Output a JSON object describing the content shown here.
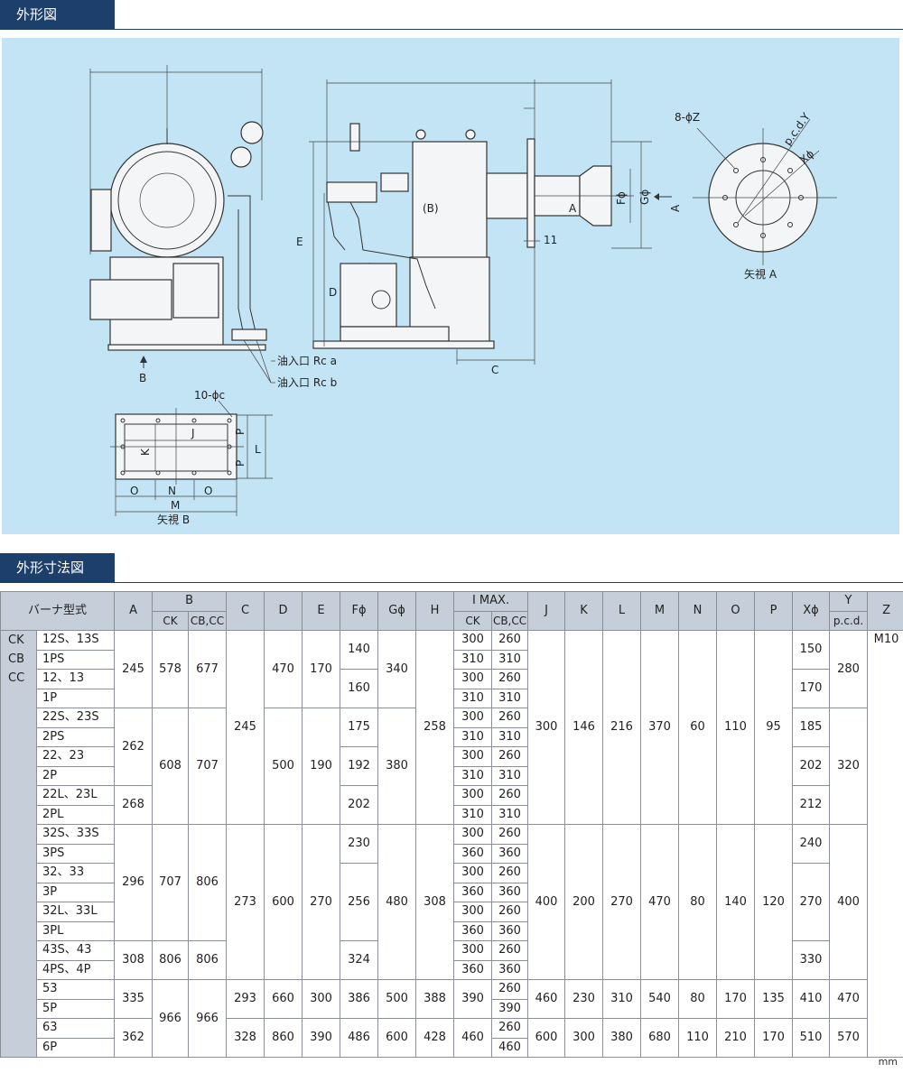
{
  "sections": {
    "outline_title": "外形図",
    "dimension_title": "外形寸法図"
  },
  "drawing": {
    "labels": {
      "b_arrow": "B",
      "oil_inlet_a": "油入口 Rc a",
      "oil_inlet_b": "油入口 Rc b",
      "holes_c": "10-ϕc",
      "view_b": "矢視 B",
      "view_a": "矢視 A",
      "holes_z": "8-ϕZ",
      "pcd_y": "p.c.d.Y",
      "x_phi": "Xϕ",
      "dim_e": "E",
      "dim_d": "D",
      "dim_c": "C",
      "dim_a": "A",
      "dim_a_arrow": "A",
      "dim_f": "Fϕ",
      "dim_g": "Gϕ",
      "dim_11": "11",
      "b_paren": "(B)",
      "dim_j": "J",
      "dim_k": "K",
      "dim_p1": "P",
      "dim_p2": "P",
      "dim_l": "L",
      "dim_o1": "O",
      "dim_n": "N",
      "dim_o2": "O",
      "dim_m": "M"
    }
  },
  "table": {
    "headers": {
      "model": "バーナ型式",
      "a": "A",
      "b": "B",
      "b_ck": "CK",
      "b_cbcc": "CB,CC",
      "c": "C",
      "d": "D",
      "e": "E",
      "f": "Fϕ",
      "g": "Gϕ",
      "h": "H",
      "i": "I MAX.",
      "i_ck": "CK",
      "i_cbcc": "CB,CC",
      "j": "J",
      "k": "K",
      "l": "L",
      "m": "M",
      "n": "N",
      "o": "O",
      "p": "P",
      "x": "Xϕ",
      "y": "Y",
      "y_sub": "p.c.d.",
      "z": "Z"
    },
    "family": {
      "l1": "CK",
      "l2": "CB",
      "l3": "CC"
    },
    "rows": [
      {
        "model": "12S、13S",
        "a": "245",
        "b_ck": "578",
        "b_cbcc": "677",
        "c": "245",
        "d": "470",
        "e": "170",
        "f": "140",
        "g": "340",
        "h": "258",
        "i_ck": "300",
        "i_cbcc": "260",
        "j": "300",
        "k": "146",
        "l": "216",
        "m": "370",
        "n": "60",
        "o": "110",
        "p": "95",
        "x": "150",
        "y": "280",
        "z": "M10"
      },
      {
        "model": "1PS",
        "i_ck": "310",
        "i_cbcc": "310"
      },
      {
        "model": "12、13",
        "f": "160",
        "i_ck": "300",
        "i_cbcc": "260",
        "x": "170"
      },
      {
        "model": "1P",
        "i_ck": "310",
        "i_cbcc": "310"
      },
      {
        "model": "22S、23S",
        "a": "262",
        "b_ck": "608",
        "b_cbcc": "707",
        "d": "500",
        "e": "190",
        "f": "175",
        "g": "380",
        "i_ck": "300",
        "i_cbcc": "260",
        "x": "185",
        "y": "320"
      },
      {
        "model": "2PS",
        "i_ck": "310",
        "i_cbcc": "310"
      },
      {
        "model": "22、23",
        "f": "192",
        "i_ck": "300",
        "i_cbcc": "260",
        "x": "202"
      },
      {
        "model": "2P",
        "i_ck": "310",
        "i_cbcc": "310"
      },
      {
        "model": "22L、23L",
        "a": "268",
        "f": "202",
        "i_ck": "300",
        "i_cbcc": "260",
        "x": "212"
      },
      {
        "model": "2PL",
        "i_ck": "310",
        "i_cbcc": "310"
      },
      {
        "model": "32S、33S",
        "a": "296",
        "b_ck": "707",
        "b_cbcc": "806",
        "c": "273",
        "d": "600",
        "e": "270",
        "f": "230",
        "g": "480",
        "h": "308",
        "i_ck": "300",
        "i_cbcc": "260",
        "j": "400",
        "k": "200",
        "l": "270",
        "m": "470",
        "n": "80",
        "o": "140",
        "p": "120",
        "x": "240",
        "y": "400"
      },
      {
        "model": "3PS",
        "i_ck": "360",
        "i_cbcc": "360"
      },
      {
        "model": "32、33",
        "f": "256",
        "i_ck": "300",
        "i_cbcc": "260",
        "x": "270"
      },
      {
        "model": "3P",
        "i_ck": "360",
        "i_cbcc": "360"
      },
      {
        "model": "32L、33L",
        "i_ck": "300",
        "i_cbcc": "260"
      },
      {
        "model": "3PL",
        "i_ck": "360",
        "i_cbcc": "360"
      },
      {
        "model": "43S、43",
        "a": "308",
        "b_ck": "806",
        "b_cbcc": "806",
        "f": "324",
        "i_ck": "300",
        "i_cbcc": "260",
        "x": "330"
      },
      {
        "model": "4PS、4P",
        "i_ck": "360",
        "i_cbcc": "360"
      },
      {
        "model": "53",
        "a": "335",
        "b_ck": "966",
        "b_cbcc": "966",
        "c": "293",
        "d": "660",
        "e": "300",
        "f": "386",
        "g": "500",
        "h": "388",
        "i_ck": "390",
        "i_cbcc": "260",
        "j": "460",
        "k": "230",
        "l": "310",
        "m": "540",
        "n": "80",
        "o": "170",
        "p": "135",
        "x": "410",
        "y": "470"
      },
      {
        "model": "5P",
        "i_cbcc": "390"
      },
      {
        "model": "63",
        "a": "362",
        "c": "328",
        "d": "860",
        "e": "390",
        "f": "486",
        "g": "600",
        "h": "428",
        "i_ck": "460",
        "i_cbcc": "260",
        "j": "600",
        "k": "300",
        "l": "380",
        "m": "680",
        "n": "110",
        "o": "210",
        "p": "170",
        "x": "510",
        "y": "570"
      },
      {
        "model": "6P",
        "i_cbcc": "460"
      }
    ],
    "unit": "mm"
  }
}
